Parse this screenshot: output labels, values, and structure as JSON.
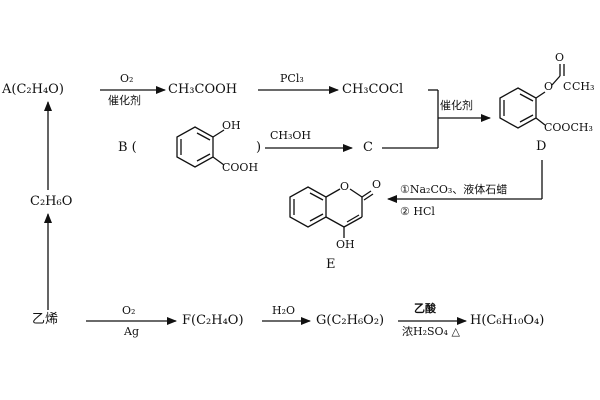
{
  "colors": {
    "ink": "#111111",
    "background": "#ffffff"
  },
  "compounds": {
    "A": "A(C₂H₄O)",
    "acid": "CH₃COOH",
    "acyl_chloride": "CH₃COCl",
    "B_open": "B (",
    "B_close": ")",
    "B_oh": "OH",
    "B_cooh": "COOH",
    "C": "C",
    "D_label": "D",
    "D_ester": "COOCH₃",
    "D_acetoxy": "O",
    "D_acetoxy_carbon": "C",
    "D_acetoxy_methyl": "CH₃",
    "D_carbonyl_o": "O",
    "E_ring_o": "O",
    "E_carbonyl_o": "O",
    "E_oh": "OH",
    "E_label": "E",
    "C2H6O": "C₂H₆O",
    "ethylene": "乙烯",
    "F": "F(C₂H₄O)",
    "G": "G(C₂H₆O₂)",
    "H": "H(C₆H₁₀O₄)"
  },
  "conditions": {
    "o2_top": "O₂",
    "catalyst_top": "催化剂",
    "pcl3": "PCl₃",
    "ch3oh": "CH₃OH",
    "catalyst_right": "催化剂",
    "step1": "①Na₂CO₃、液体石蜡",
    "step2": "② HCl",
    "o2_bottom": "O₂",
    "ag": "Ag",
    "h2o": "H₂O",
    "acetic_acid": "乙酸",
    "conc_h2so4": "浓H₂SO₄ △"
  }
}
